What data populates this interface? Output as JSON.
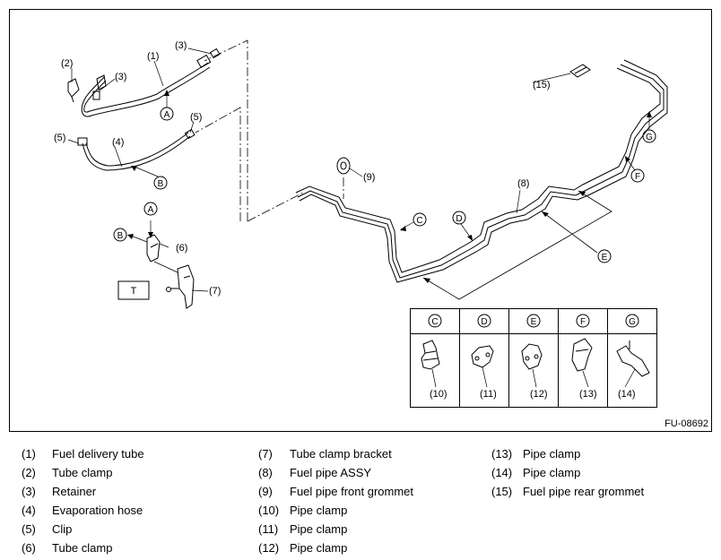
{
  "figure_id": "FU-08692",
  "part_labels": {
    "p1": "(1)",
    "p2": "(2)",
    "p3a": "(3)",
    "p3b": "(3)",
    "p4": "(4)",
    "p5a": "(5)",
    "p5b": "(5)",
    "p6": "(6)",
    "p7": "(7)",
    "p8": "(8)",
    "p9": "(9)",
    "p15": "(15)"
  },
  "view_markers": {
    "a_top": "A",
    "b_left": "B",
    "a_bracket": "A",
    "b_bracket": "B",
    "c": "C",
    "d": "D",
    "e": "E",
    "f": "F",
    "g": "G"
  },
  "t_box": "T",
  "detail_table": [
    {
      "marker": "C",
      "part": "(10)"
    },
    {
      "marker": "D",
      "part": "(11)"
    },
    {
      "marker": "E",
      "part": "(12)"
    },
    {
      "marker": "F",
      "part": "(13)"
    },
    {
      "marker": "G",
      "part": "(14)"
    }
  ],
  "legend": [
    [
      {
        "num": "(1)",
        "name": "Fuel delivery tube"
      },
      {
        "num": "(2)",
        "name": "Tube clamp"
      },
      {
        "num": "(3)",
        "name": "Retainer"
      },
      {
        "num": "(4)",
        "name": "Evaporation hose"
      },
      {
        "num": "(5)",
        "name": "Clip"
      },
      {
        "num": "(6)",
        "name": "Tube clamp"
      }
    ],
    [
      {
        "num": "(7)",
        "name": "Tube clamp bracket"
      },
      {
        "num": "(8)",
        "name": "Fuel pipe ASSY"
      },
      {
        "num": "(9)",
        "name": "Fuel pipe front grommet"
      },
      {
        "num": "(10)",
        "name": "Pipe clamp"
      },
      {
        "num": "(11)",
        "name": "Pipe clamp"
      },
      {
        "num": "(12)",
        "name": "Pipe clamp"
      }
    ],
    [
      {
        "num": "(13)",
        "name": "Pipe clamp"
      },
      {
        "num": "(14)",
        "name": "Pipe clamp"
      },
      {
        "num": "(15)",
        "name": "Fuel pipe rear grommet"
      }
    ]
  ]
}
